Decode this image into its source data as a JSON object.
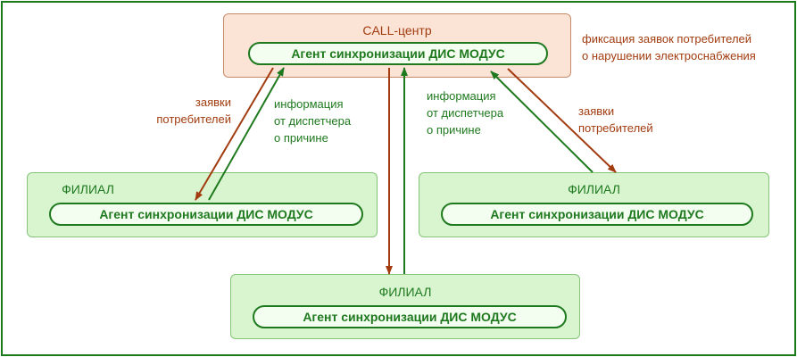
{
  "call_center": {
    "title": "CALL-центр",
    "agent": "Агент синхронизации ДИС МОДУС"
  },
  "branches": [
    {
      "title": "ФИЛИАЛ",
      "agent": "Агент синхронизации ДИС МОДУС"
    },
    {
      "title": "ФИЛИАЛ",
      "agent": "Агент синхронизации ДИС МОДУС"
    },
    {
      "title": "ФИЛИАЛ",
      "agent": "Агент синхронизации ДИС МОДУС"
    }
  ],
  "annotations": {
    "call_note": [
      "фиксация заявок потребителей",
      "о нарушении электроснабжения"
    ],
    "requests_left": [
      "заявки",
      "потребителей"
    ],
    "requests_right": [
      "заявки",
      "потребителей"
    ],
    "info_left": [
      "информация",
      "от диспетчера",
      "о причине"
    ],
    "info_center": [
      "информация",
      "от диспетчера",
      "о причине"
    ]
  },
  "colors": {
    "request_arrow": "#a23c10",
    "info_arrow": "#1f7a1f",
    "frame": "#1a7a1a"
  }
}
